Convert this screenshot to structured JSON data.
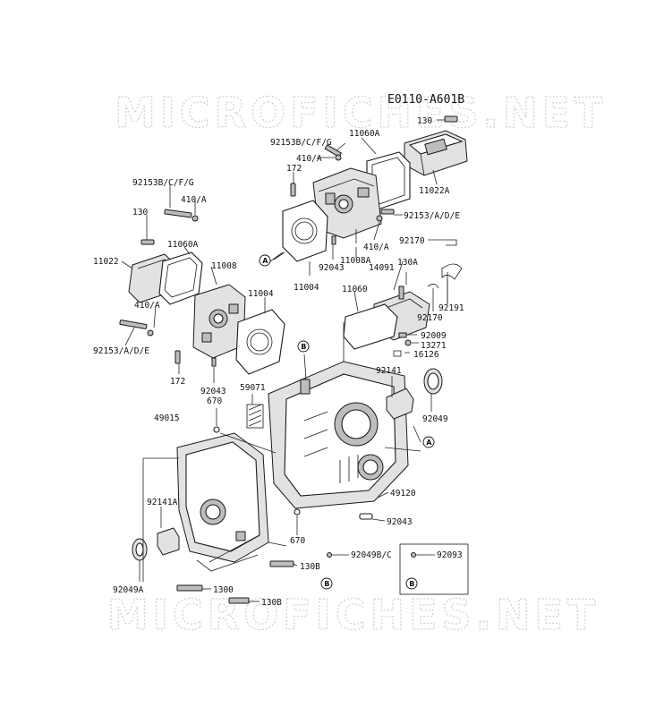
{
  "diagram_code": "E0110-A601B",
  "watermark_text": "MICROFICHES.NET",
  "callouts": {
    "a": "A",
    "b": "B"
  },
  "labels": {
    "p130_top": "130",
    "p92153bcfg_top": "92153B/C/F/G",
    "p11060a_top": "11060A",
    "p410a_top": "410/A",
    "p172_top": "172",
    "p11022a": "11022A",
    "p92153ade_right": "92153/A/D/E",
    "p92170_top": "92170",
    "p410a_mid": "410/A",
    "p92043_top": "92043",
    "p11008a": "11008A",
    "p11004_top": "11004",
    "p14091": "14091",
    "p130a": "130A",
    "p92191": "92191",
    "p11060": "11060",
    "p92170_mid": "92170",
    "p92009": "92009",
    "p13271": "13271",
    "p16126": "16126",
    "p92153bcfg_left": "92153B/C/F/G",
    "p410a_left": "410/A",
    "p130_left": "130",
    "p11060a_left": "11060A",
    "p11022": "11022",
    "p11008": "11008",
    "p11004_left": "11004",
    "p410a_left2": "410/A",
    "p92153ade_left": "92153/A/D/E",
    "p172_left": "172",
    "p92043_left": "92043",
    "p670_top": "670",
    "p59071": "59071",
    "p92141": "92141",
    "p92049": "92049",
    "p49015": "49015",
    "p92141a": "92141A",
    "p49120": "49120",
    "p92043_bottom": "92043",
    "p670_bottom": "670",
    "p92049bc": "92049B/C",
    "p92093": "92093",
    "p130b_mid": "130B",
    "p92049a": "92049A",
    "p1300": "1300",
    "p130b_bottom": "130B"
  }
}
